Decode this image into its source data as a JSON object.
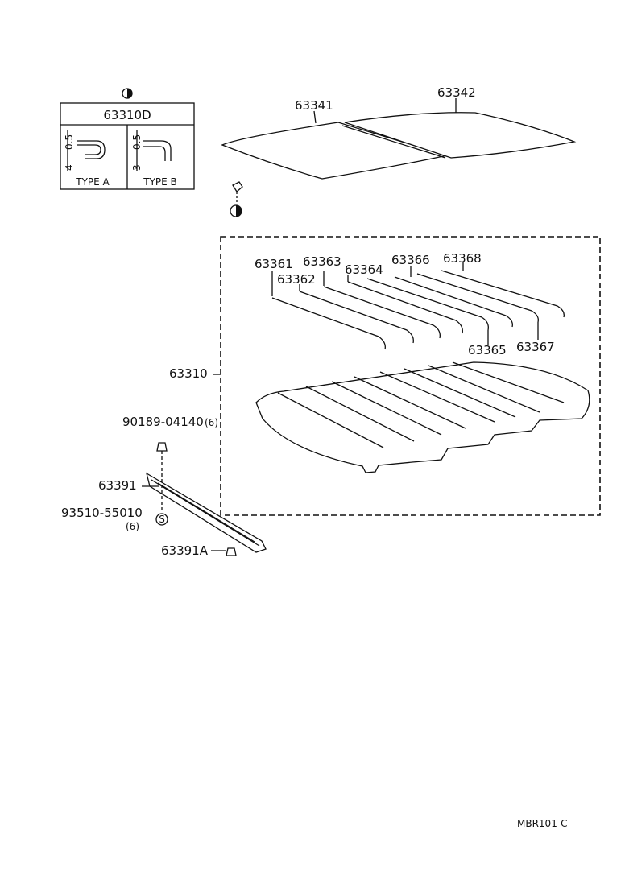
{
  "inset": {
    "header": "63310D",
    "type_a": "TYPE A",
    "type_b": "TYPE B",
    "dim_a1": "4",
    "dim_a2": "0.5",
    "dim_b1": "3",
    "dim_b2": "0.5"
  },
  "labels": {
    "p63341": "63341",
    "p63342": "63342",
    "p63361": "63361",
    "p63362": "63362",
    "p63363": "63363",
    "p63364": "63364",
    "p63365": "63365",
    "p63366": "63366",
    "p63367": "63367",
    "p63368": "63368",
    "p63310": "63310",
    "p90189": "90189-04140",
    "p90189_qty": "(6)",
    "p63391": "63391",
    "p93510": "93510-55010",
    "p93510_qty": "(6)",
    "p63391A": "63391A"
  },
  "footer": {
    "code": "MBR101-C"
  }
}
